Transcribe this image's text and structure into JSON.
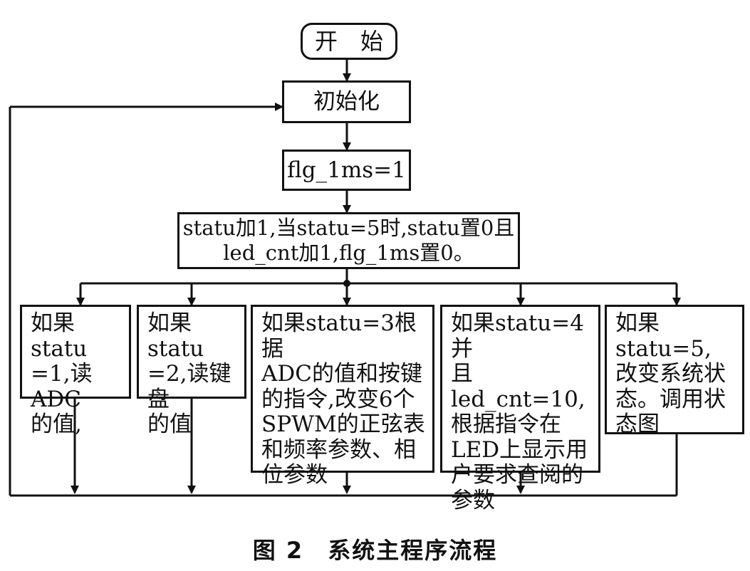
{
  "nodes": {
    "start": "开　始",
    "init": "初始化",
    "flag": "flg_1ms=1",
    "update": "statu加1,当statu=5时,statu置0且\nled_cnt加1,flg_1ms置0。",
    "branches": [
      "如果statu\n=1,读ADC\n的值,",
      "如果statu\n=2,读键盘\n的值",
      "如果statu=3根据\nADC的值和按键\n的指令,改变6个\nSPWM的正弦表\n和频率参数、相\n位参数",
      "如果statu=4并\n且led_cnt=10,\n根据指令在\nLED上显示用\n户要求查阅的\n参数",
      "如果statu=5,\n改变系统状\n态。调用状\n态图"
    ]
  },
  "caption": "图 2　系统主程序流程"
}
